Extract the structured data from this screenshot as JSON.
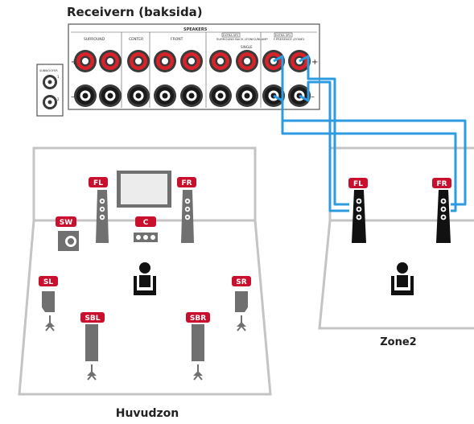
{
  "receiver": {
    "title": "Receivern (baksida)",
    "speakers_header": "SPEAKERS",
    "groups": [
      "SURROUND",
      "CENTER",
      "FRONT",
      "SURROUND BACK /ZONE2/BI-AMP",
      "F.PRESENCE /ZONE2"
    ],
    "extra_sp_label": "EXTRA SP2",
    "single_label": "SINGLE",
    "subwoofer_label": "SUBWOOFER",
    "sub_numbers": [
      "1",
      "2"
    ],
    "plus": "+",
    "minus": "–"
  },
  "zones": {
    "main": "Huvudzon",
    "zone2": "Zone2"
  },
  "speakers": {
    "FL": "FL",
    "FR": "FR",
    "SW": "SW",
    "C": "C",
    "SL": "SL",
    "SR": "SR",
    "SBL": "SBL",
    "SBR": "SBR",
    "Z2FL": "FL",
    "Z2FR": "FR"
  },
  "colors": {
    "wire": "#2d9be0",
    "terminal_red": "#d8232a",
    "label_bg": "#c8102e",
    "room_border": "#c4c4c4",
    "speaker_grey": "#707070"
  }
}
